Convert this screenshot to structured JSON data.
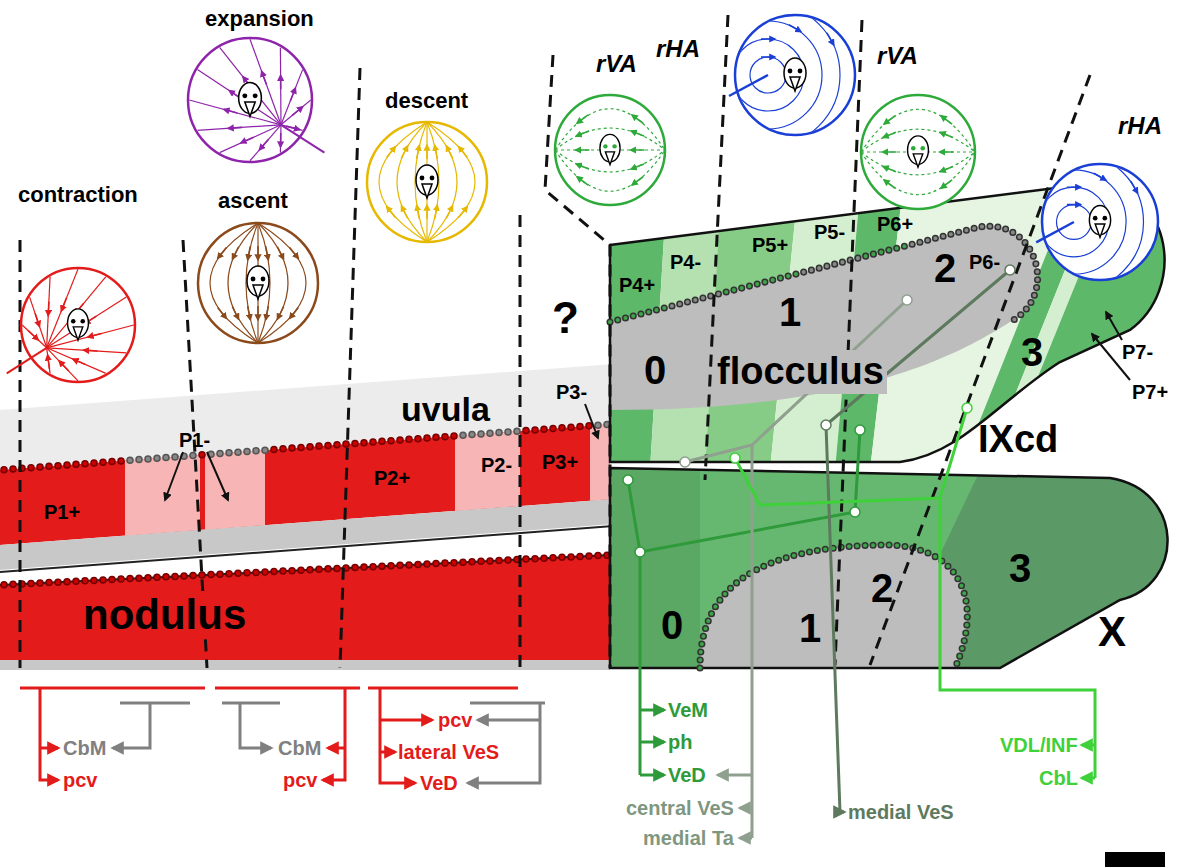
{
  "diagram": {
    "nodes": [
      {
        "text": [
          "contraction"
        ]
      },
      {
        "text": [
          "expansion"
        ]
      },
      {
        "text": [
          "ascent"
        ]
      },
      {
        "text": [
          "descent"
        ]
      },
      {
        "text": [
          "rVA"
        ]
      },
      {
        "text": [
          "rHA"
        ]
      },
      {
        "text": [
          "rVA"
        ]
      },
      {
        "text": [
          "rHA"
        ]
      }
    ],
    "labels": [
      "?",
      "P1-",
      "P1+",
      "P2+",
      "P2-",
      "P3+",
      "P3-",
      "uvula",
      "nodulus",
      "P4+",
      "P4-",
      "P5+",
      "P5-",
      "P6+",
      "P6-",
      "P7-",
      "P7+",
      "0",
      "1",
      "flocculus",
      "2",
      "3",
      "IXcd",
      "0",
      "1",
      "2",
      "3",
      "X",
      "CbM",
      "pcv",
      "CbM",
      "pcv",
      "pcv",
      "lateral VeS",
      "VeD",
      "VeM",
      "ph",
      "VeD",
      "central VeS",
      "medial Ta",
      "VDL/INF",
      "CbL",
      "medial VeS"
    ]
  }
}
